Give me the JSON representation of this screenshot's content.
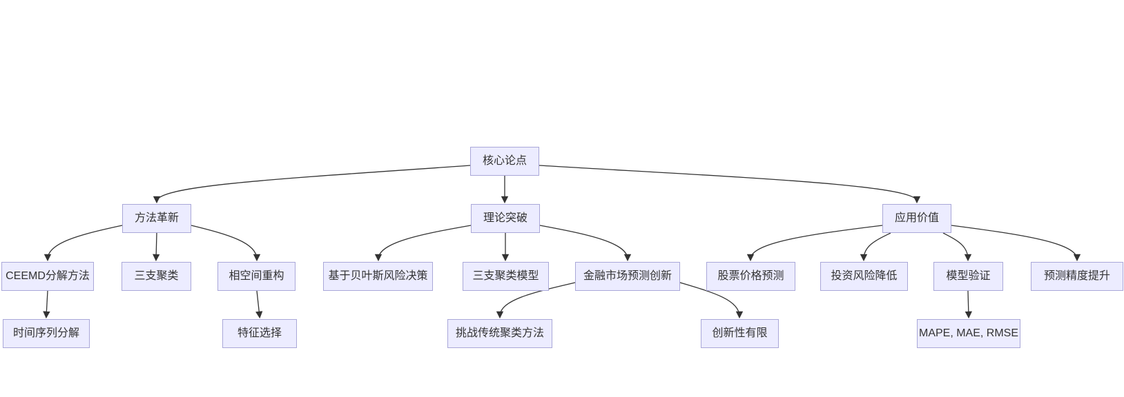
{
  "diagram": {
    "type": "flowchart-top-down",
    "colors": {
      "background": "#ffffff",
      "node_fill": "#ececff",
      "node_border": "#a9a7d8",
      "node_text": "#333333",
      "edge": "#333333"
    },
    "nodes": {
      "root": {
        "label": "核心论点"
      },
      "method": {
        "label": "方法革新"
      },
      "theory": {
        "label": "理论突破"
      },
      "value": {
        "label": "应用价值"
      },
      "ceemd": {
        "label": "CEEMD分解方法"
      },
      "cluster3": {
        "label": "三支聚类"
      },
      "phase": {
        "label": "相空间重构"
      },
      "bayes": {
        "label": "基于贝叶斯风险决策"
      },
      "cluster_model": {
        "label": "三支聚类模型"
      },
      "finance": {
        "label": "金融市场预测创新"
      },
      "stock": {
        "label": "股票价格预测"
      },
      "risk": {
        "label": "投资风险降低"
      },
      "model_val": {
        "label": "模型验证"
      },
      "precision": {
        "label": "预测精度提升"
      },
      "timeseries": {
        "label": "时间序列分解"
      },
      "feature": {
        "label": "特征选择"
      },
      "challenge": {
        "label": "挑战传统聚类方法"
      },
      "limited": {
        "label": "创新性有限"
      },
      "metrics": {
        "label": "MAPE, MAE, RMSE"
      }
    },
    "edges": [
      {
        "from": "root",
        "to": "method"
      },
      {
        "from": "root",
        "to": "theory"
      },
      {
        "from": "root",
        "to": "value"
      },
      {
        "from": "method",
        "to": "ceemd"
      },
      {
        "from": "method",
        "to": "cluster3"
      },
      {
        "from": "method",
        "to": "phase"
      },
      {
        "from": "theory",
        "to": "bayes"
      },
      {
        "from": "theory",
        "to": "cluster_model"
      },
      {
        "from": "theory",
        "to": "finance"
      },
      {
        "from": "value",
        "to": "stock"
      },
      {
        "from": "value",
        "to": "risk"
      },
      {
        "from": "value",
        "to": "model_val"
      },
      {
        "from": "value",
        "to": "precision"
      },
      {
        "from": "ceemd",
        "to": "timeseries"
      },
      {
        "from": "phase",
        "to": "feature"
      },
      {
        "from": "finance",
        "to": "challenge"
      },
      {
        "from": "finance",
        "to": "limited"
      },
      {
        "from": "model_val",
        "to": "metrics"
      }
    ]
  }
}
